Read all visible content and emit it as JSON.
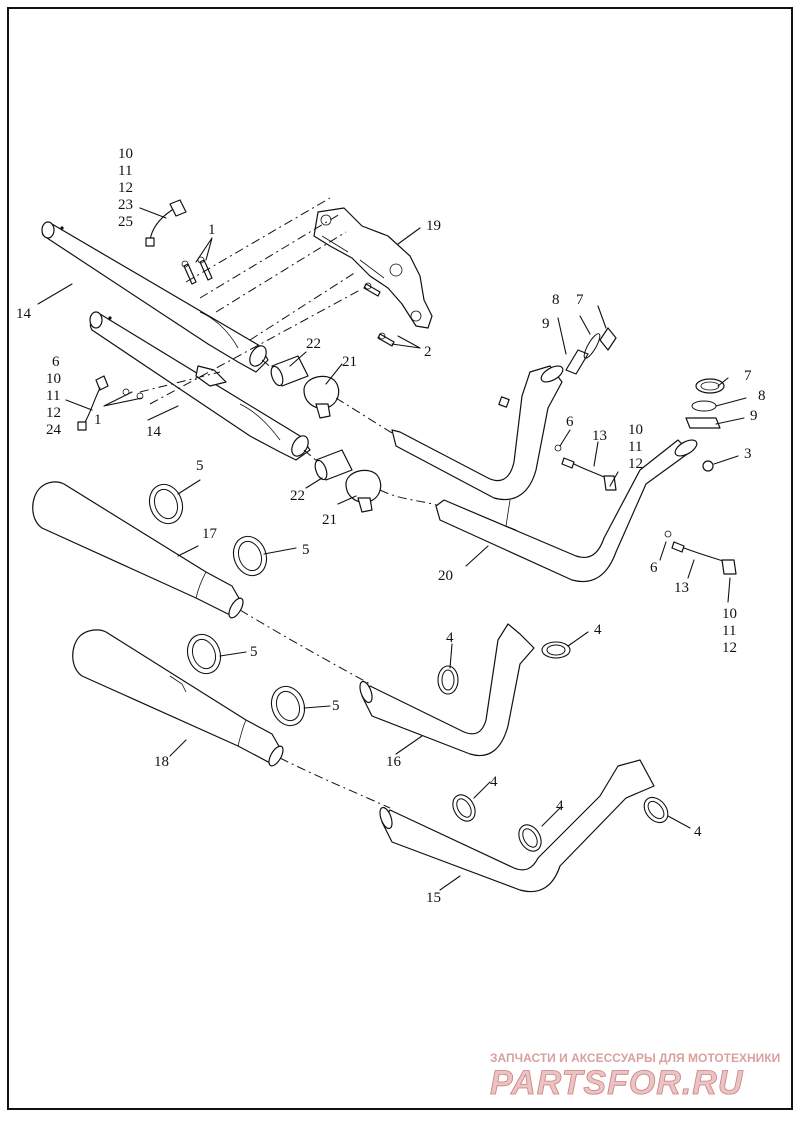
{
  "callouts": [
    {
      "id": "c-10a",
      "text": "10"
    },
    {
      "id": "c-11a",
      "text": "11"
    },
    {
      "id": "c-12a",
      "text": "12"
    },
    {
      "id": "c-23",
      "text": "23"
    },
    {
      "id": "c-25",
      "text": "25"
    },
    {
      "id": "c-1a",
      "text": "1"
    },
    {
      "id": "c-19",
      "text": "19"
    },
    {
      "id": "c-14a",
      "text": "14"
    },
    {
      "id": "c-6a",
      "text": "6"
    },
    {
      "id": "c-10b",
      "text": "10"
    },
    {
      "id": "c-11b",
      "text": "11"
    },
    {
      "id": "c-12b",
      "text": "12"
    },
    {
      "id": "c-24",
      "text": "24"
    },
    {
      "id": "c-1b",
      "text": "1"
    },
    {
      "id": "c-14b",
      "text": "14"
    },
    {
      "id": "c-22a",
      "text": "22"
    },
    {
      "id": "c-21a",
      "text": "21"
    },
    {
      "id": "c-2",
      "text": "2"
    },
    {
      "id": "c-8a",
      "text": "8"
    },
    {
      "id": "c-7a",
      "text": "7"
    },
    {
      "id": "c-9a",
      "text": "9"
    },
    {
      "id": "c-22b",
      "text": "22"
    },
    {
      "id": "c-21b",
      "text": "21"
    },
    {
      "id": "c-6b",
      "text": "6"
    },
    {
      "id": "c-13a",
      "text": "13"
    },
    {
      "id": "c-10c",
      "text": "10"
    },
    {
      "id": "c-11c",
      "text": "11"
    },
    {
      "id": "c-12c",
      "text": "12"
    },
    {
      "id": "c-7b",
      "text": "7"
    },
    {
      "id": "c-8b",
      "text": "8"
    },
    {
      "id": "c-9b",
      "text": "9"
    },
    {
      "id": "c-3",
      "text": "3"
    },
    {
      "id": "c-20",
      "text": "20"
    },
    {
      "id": "c-6c",
      "text": "6"
    },
    {
      "id": "c-13b",
      "text": "13"
    },
    {
      "id": "c-10d",
      "text": "10"
    },
    {
      "id": "c-11d",
      "text": "11"
    },
    {
      "id": "c-12d",
      "text": "12"
    },
    {
      "id": "c-5a",
      "text": "5"
    },
    {
      "id": "c-17",
      "text": "17"
    },
    {
      "id": "c-5b",
      "text": "5"
    },
    {
      "id": "c-4a",
      "text": "4"
    },
    {
      "id": "c-4b",
      "text": "4"
    },
    {
      "id": "c-5c",
      "text": "5"
    },
    {
      "id": "c-5d",
      "text": "5"
    },
    {
      "id": "c-16",
      "text": "16"
    },
    {
      "id": "c-18",
      "text": "18"
    },
    {
      "id": "c-4c",
      "text": "4"
    },
    {
      "id": "c-4d",
      "text": "4"
    },
    {
      "id": "c-4e",
      "text": "4"
    },
    {
      "id": "c-15",
      "text": "15"
    }
  ],
  "watermark": {
    "tagline": "ЗАПЧАСТИ И АКСЕССУАРЫ ДЛЯ МОТОТЕХНИКИ",
    "brand": "PARTSFOR.RU",
    "color": "#d27d7d"
  }
}
